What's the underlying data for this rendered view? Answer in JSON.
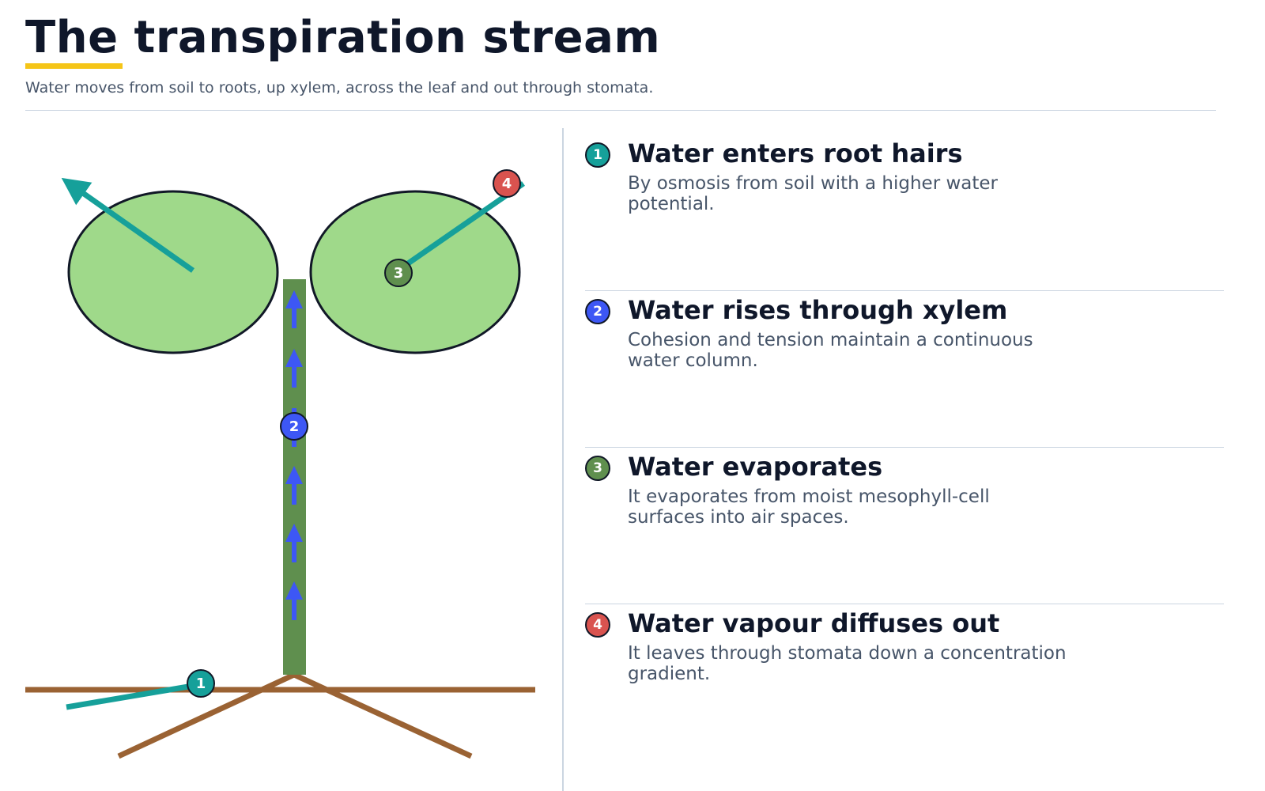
{
  "header": {
    "title": "The transpiration stream",
    "subtitle": "Water moves from soil to roots, up xylem, across the leaf and out through stomata."
  },
  "colors": {
    "accent": "#f5c518",
    "leaf_fill": "#9fd98a",
    "stem": "#5f8f4e",
    "soil_root": "#9a6233",
    "teal_arrow": "#16a09a",
    "xylem_arrow": "#3d57f5"
  },
  "steps": [
    {
      "number": "1",
      "title": "Water enters root hairs",
      "description": "By osmosis from soil with a higher water potential.",
      "color": "#16a09a"
    },
    {
      "number": "2",
      "title": "Water rises through xylem",
      "description": "Cohesion and tension maintain a continuous water column.",
      "color": "#3d57f5"
    },
    {
      "number": "3",
      "title": "Water evaporates",
      "description": "It evaporates from moist mesophyll-cell surfaces into air spaces.",
      "color": "#5f8f4e"
    },
    {
      "number": "4",
      "title": "Water vapour diffuses out",
      "description": "It leaves through stomata down a concentration gradient.",
      "color": "#d9534f"
    }
  ]
}
